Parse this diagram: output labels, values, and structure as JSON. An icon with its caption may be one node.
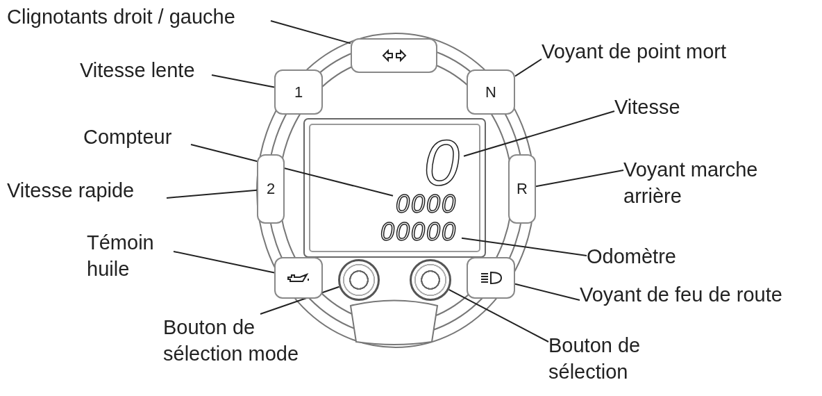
{
  "diagram": {
    "nodes": [
      {
        "text": [
          "Clignotants droit / gauche"
        ]
      },
      {
        "text": [
          "Vitesse lente"
        ]
      },
      {
        "text": [
          "Voyant de point mort"
        ]
      },
      {
        "text": [
          "Vitesse"
        ]
      },
      {
        "text": [
          "Compteur"
        ]
      },
      {
        "text": [
          "Voyant marche arrière"
        ]
      },
      {
        "text": [
          "Vitesse rapide"
        ]
      },
      {
        "text": [
          "Témoin huile"
        ]
      },
      {
        "text": [
          "Odomètre"
        ]
      },
      {
        "text": [
          "Voyant de feu de route"
        ]
      },
      {
        "text": [
          "Bouton de sélection mode"
        ]
      },
      {
        "text": [
          "Bouton de sélection"
        ]
      },
      {
        "text": [],
        "shape": "box"
      },
      {
        "text": [
          "1"
        ]
      },
      {
        "text": [
          "N"
        ]
      },
      {
        "text": [
          "0"
        ]
      },
      {
        "text": [
          "0000"
        ]
      },
      {
        "text": [
          "R"
        ]
      },
      {
        "text": [
          "2"
        ]
      },
      {
        "text": [],
        "shape": "box"
      },
      {
        "text": [
          "00000"
        ]
      },
      {
        "text": [],
        "shape": "box"
      },
      {
        "text": [],
        "shape": "circle"
      },
      {
        "text": [],
        "shape": "circle"
      }
    ],
    "edges": [
      {
        "from": 0,
        "to": 12,
        "arrow": "none"
      },
      {
        "from": 1,
        "to": 13,
        "arrow": "none"
      },
      {
        "from": 2,
        "to": 14,
        "arrow": "none"
      },
      {
        "from": 3,
        "to": 15,
        "arrow": "none"
      },
      {
        "from": 4,
        "to": 16,
        "arrow": "none"
      },
      {
        "from": 5,
        "to": 17,
        "arrow": "none"
      },
      {
        "from": 6,
        "to": 18,
        "arrow": "none"
      },
      {
        "from": 7,
        "to": 19,
        "arrow": "none"
      },
      {
        "from": 8,
        "to": 20,
        "arrow": "none"
      },
      {
        "from": 9,
        "to": 21,
        "arrow": "none"
      },
      {
        "from": 10,
        "to": 22,
        "arrow": "none"
      },
      {
        "from": 11,
        "to": 23,
        "arrow": "none"
      }
    ]
  }
}
